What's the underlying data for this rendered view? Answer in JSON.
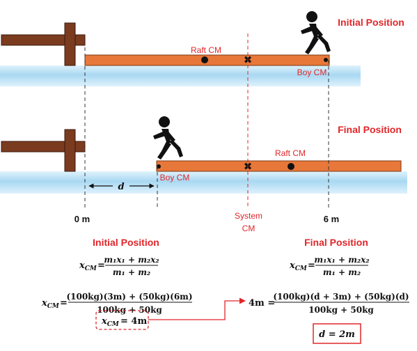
{
  "labels": {
    "initial_position": "Initial Position",
    "final_position": "Final Position",
    "raft_cm": "Raft CM",
    "boy_cm": "Boy CM",
    "system_cm_line1": "System",
    "system_cm_line2": "CM",
    "zero_m": "0 m",
    "six_m": "6 m",
    "d": "d"
  },
  "equations": {
    "initial_heading": "Initial Position",
    "final_heading": "Final Position",
    "xcm_lhs": "x",
    "xcm_sub": "CM",
    "eq_sign": "=",
    "general_numerator": "m₁x₁ + m₂x₂",
    "general_denominator": "m₁ + m₂",
    "initial_numerator": "(100kg)(3m) + (50kg)(6m)",
    "initial_denominator": "100kg + 50kg",
    "initial_result": "x_CM = 4m",
    "initial_result_value": "= 4m",
    "final_lhs": "4m =",
    "final_numerator": "(100kg)(d + 3m) + (50kg)(d)",
    "final_denominator": "100kg + 50kg",
    "final_result": "d = 2m"
  },
  "colors": {
    "raft": "#e8773a",
    "water": "#a9d8f2",
    "dock": "#7b3b1f",
    "accent": "#e0262a"
  }
}
